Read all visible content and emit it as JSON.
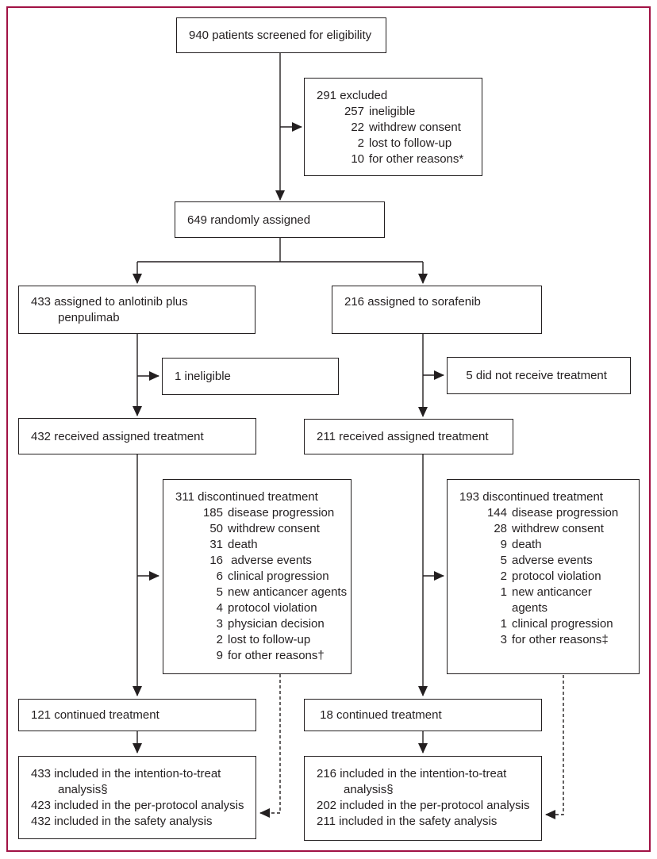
{
  "palette": {
    "frame_border": "#a11144",
    "line_color": "#231f20",
    "box_background": "#ffffff"
  },
  "diagram": {
    "screened": {
      "text": "940 patients screened for eligibility"
    },
    "excluded": {
      "title": "291 excluded",
      "items": [
        {
          "n": "257",
          "t": "ineligible"
        },
        {
          "n": "22",
          "t": "withdrew consent"
        },
        {
          "n": "2",
          "t": "lost to follow-up"
        },
        {
          "n": "10",
          "t": "for other reasons*"
        }
      ]
    },
    "randomized": {
      "text": "649 randomly assigned"
    },
    "arm_a": {
      "assigned": {
        "text": "433 assigned to anlotinib plus\npenpulimab"
      },
      "ineligible": {
        "text": "1 ineligible"
      },
      "received": {
        "text": "432 received assigned treatment"
      },
      "discontinued": {
        "title": "311 discontinued treatment",
        "items": [
          {
            "n": "185",
            "t": "disease progression"
          },
          {
            "n": "50",
            "t": "withdrew consent"
          },
          {
            "n": "31",
            "t": "death"
          },
          {
            "n": "16",
            "t": " adverse events"
          },
          {
            "n": "6",
            "t": "clinical progression"
          },
          {
            "n": "5",
            "t": "new anticancer agents"
          },
          {
            "n": "4",
            "t": "protocol violation"
          },
          {
            "n": "3",
            "t": "physician decision"
          },
          {
            "n": "2",
            "t": "lost to follow-up"
          },
          {
            "n": "9",
            "t": "for other reasons†"
          }
        ]
      },
      "continued": {
        "text": "121 continued treatment"
      },
      "analysis": {
        "lines": [
          "433 included in the intention-to-treat\nanalysis§",
          "423 included in the per-protocol analysis",
          "432 included in the safety analysis"
        ]
      }
    },
    "arm_b": {
      "assigned": {
        "text": "216 assigned to sorafenib"
      },
      "no_treatment": {
        "text": "  5 did not receive treatment"
      },
      "received": {
        "text": "211 received assigned treatment"
      },
      "discontinued": {
        "title": "193 discontinued treatment",
        "items": [
          {
            "n": "144",
            "t": "disease progression"
          },
          {
            "n": "28",
            "t": "withdrew consent"
          },
          {
            "n": "9",
            "t": "death"
          },
          {
            "n": "5",
            "t": "adverse events"
          },
          {
            "n": "2",
            "t": "protocol violation"
          },
          {
            "n": "1",
            "t": "new anticancer\nagents"
          },
          {
            "n": "1",
            "t": "clinical progression"
          },
          {
            "n": "3",
            "t": "for other reasons‡"
          }
        ]
      },
      "continued": {
        "text": " 18 continued treatment"
      },
      "analysis": {
        "lines": [
          "216 included in the intention-to-treat\nanalysis§",
          "202 included in the per-protocol analysis",
          "211 included in the safety analysis"
        ]
      }
    }
  }
}
